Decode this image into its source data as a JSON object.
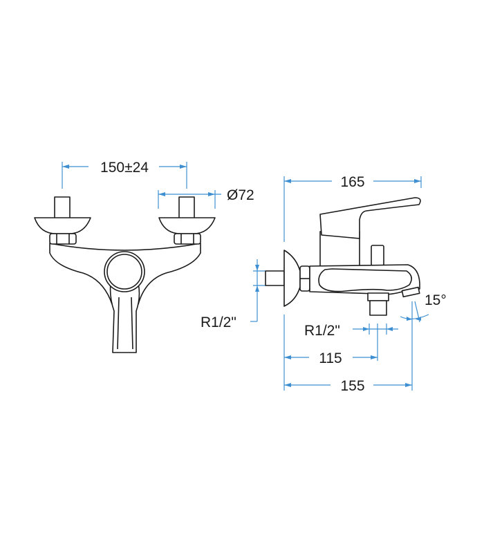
{
  "front_view": {
    "dim_inlet_spacing": "150±24",
    "dim_escutcheon_diameter": "Ø72",
    "dim_thread_left": "R1/2\""
  },
  "side_view": {
    "dim_overall_length": "165",
    "dim_outlet_position": "115",
    "dim_spout_reach": "155",
    "dim_thread_outlet": "R1/2\"",
    "dim_spout_angle": "15°"
  },
  "colors": {
    "dimension": "#3d8fd1",
    "outline": "#1a1a1a"
  }
}
